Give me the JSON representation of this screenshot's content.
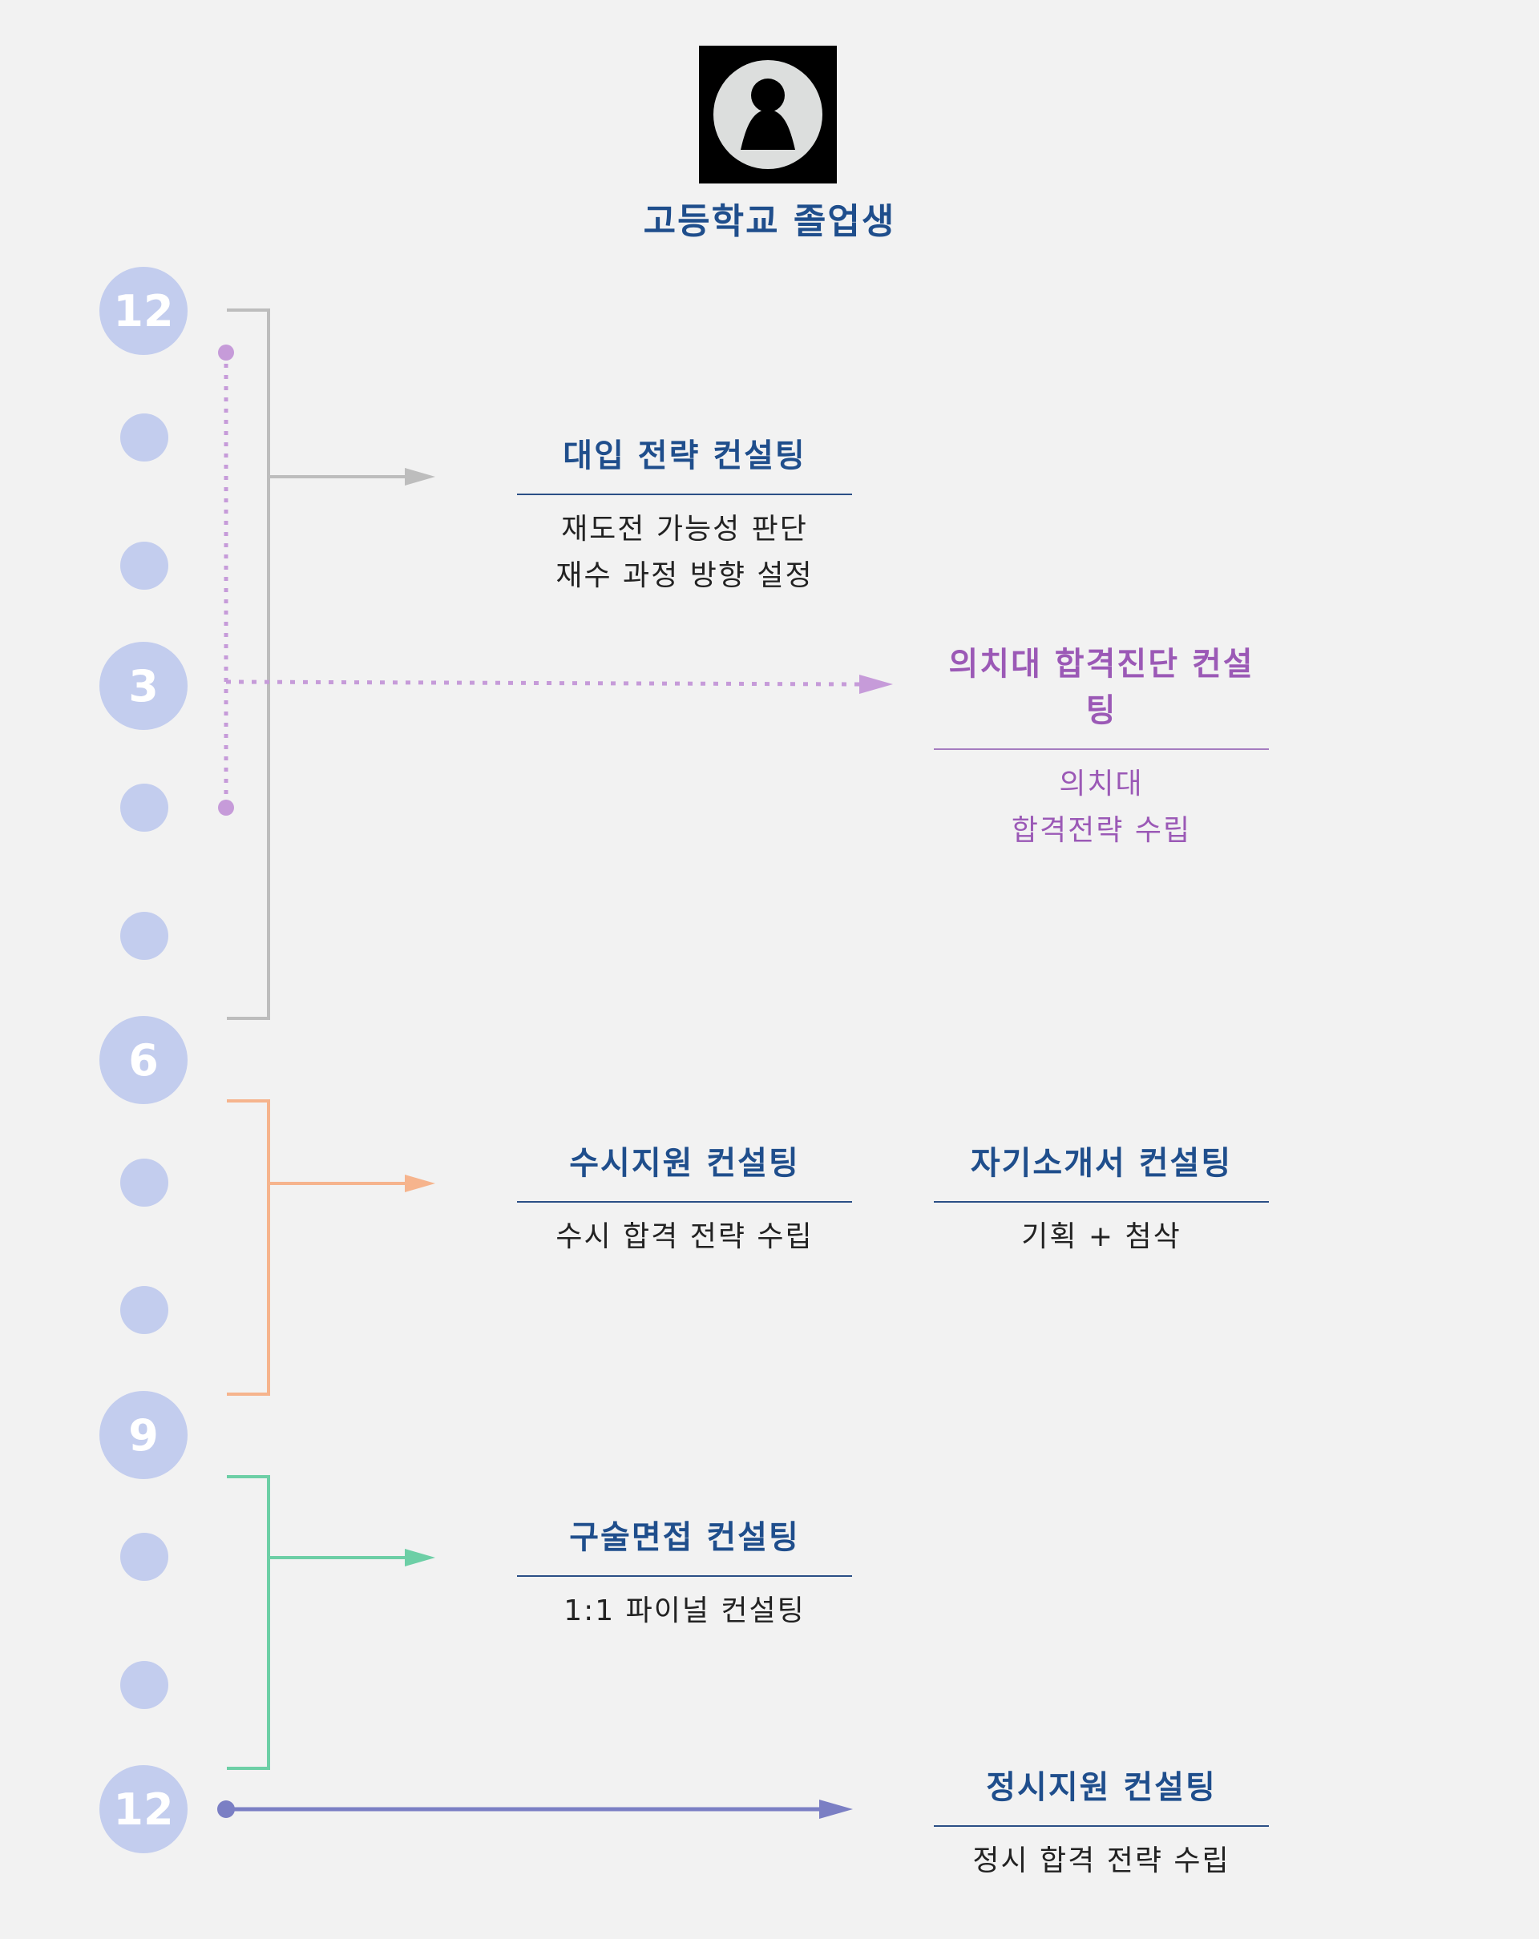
{
  "header": {
    "title": "고등학교 졸업생",
    "avatar_icon": "user-icon"
  },
  "timeline": {
    "month_labels": [
      "12",
      "3",
      "6",
      "9",
      "12"
    ],
    "node_color": "#c3cdee"
  },
  "colors": {
    "gray": "#bdbdbd",
    "purple": "#c69bd9",
    "orange": "#f6b48d",
    "green": "#6dcfa6",
    "indigo": "#7b7fc4",
    "title_blue": "#1f4e8c",
    "title_purple": "#9b59b6"
  },
  "cards": {
    "strategy": {
      "title": "대입 전략 컨설팅",
      "lines": [
        "재도전 가능성 판단",
        "재수 과정 방향 설정"
      ]
    },
    "medical": {
      "title": "의치대 합격진단 컨설팅",
      "lines": [
        "의치대",
        "합격전략 수립"
      ]
    },
    "susi": {
      "title": "수시지원 컨설팅",
      "lines": [
        "수시 합격 전략 수립"
      ]
    },
    "essay": {
      "title": "자기소개서 컨설팅",
      "lines": [
        "기획 + 첨삭"
      ]
    },
    "interview": {
      "title": "구술면접 컨설팅",
      "lines": [
        "1:1 파이널 컨설팅"
      ]
    },
    "jeongsi": {
      "title": "정시지원 컨설팅",
      "lines": [
        "정시 합격 전략 수립"
      ]
    }
  }
}
